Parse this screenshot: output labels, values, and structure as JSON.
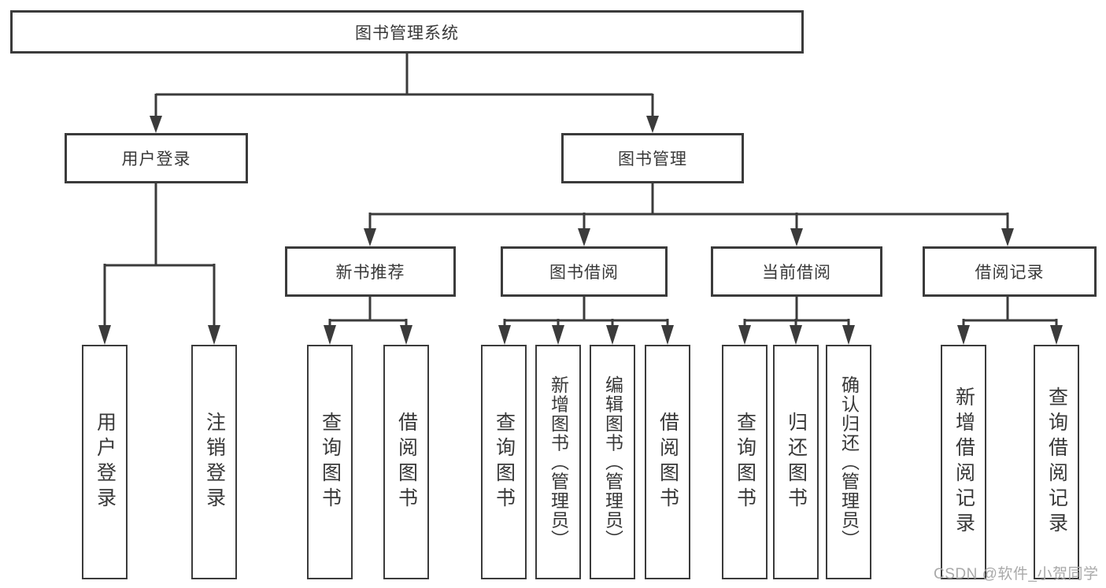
{
  "diagram": {
    "tree": {
      "label": "图书管理系统",
      "children": [
        {
          "label": "用户登录",
          "children": [
            {
              "label": "用户登录"
            },
            {
              "label": "注销登录"
            }
          ]
        },
        {
          "label": "图书管理",
          "children": [
            {
              "label": "新书推荐",
              "children": [
                {
                  "label": "查询图书"
                },
                {
                  "label": "借阅图书"
                }
              ]
            },
            {
              "label": "图书借阅",
              "children": [
                {
                  "label": "查询图书"
                },
                {
                  "label": "新增图书（管理员）"
                },
                {
                  "label": "编辑图书（管理员）"
                },
                {
                  "label": "借阅图书"
                }
              ]
            },
            {
              "label": "当前借阅",
              "children": [
                {
                  "label": "查询图书"
                },
                {
                  "label": "归还图书"
                },
                {
                  "label": "确认归还（管理员）"
                }
              ]
            },
            {
              "label": "借阅记录",
              "children": [
                {
                  "label": "新增借阅记录"
                },
                {
                  "label": "查询借阅记录"
                }
              ]
            }
          ]
        }
      ]
    },
    "watermark": "CSDN @软件_小贺同学",
    "colors": {
      "line": "#3b3b3b",
      "text": "#383838",
      "watermark": "#a9a9a9",
      "background": "#ffffff"
    }
  }
}
